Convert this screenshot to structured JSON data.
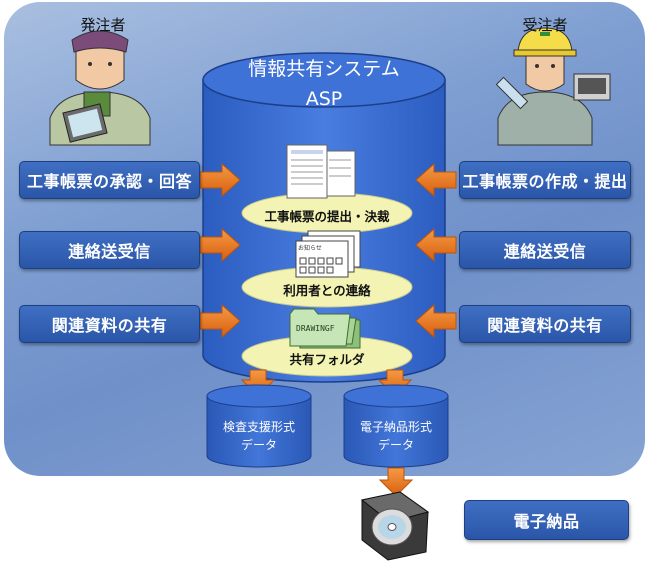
{
  "client_label": "発注者",
  "contractor_label": "受注者",
  "system": {
    "title": "情報共有システム",
    "subtitle": "ASP"
  },
  "left_actions": [
    "工事帳票の承認・回答",
    "連絡送受信",
    "関連資料の共有"
  ],
  "right_actions": [
    "工事帳票の作成・提出",
    "連絡送受信",
    "関連資料の共有"
  ],
  "features": [
    "工事帳票の提出・決裁",
    "利用者との連絡",
    "共有フォルダ"
  ],
  "notice_caption": "お知らせ",
  "drawing_caption": "DRAWINGF",
  "inspection_db": {
    "line1": "検査支援形式",
    "line2": "データ"
  },
  "delivery_db": {
    "line1": "電子納品形式",
    "line2": "データ"
  },
  "delivery_box": "電子納品",
  "colors": {
    "panel": "#7f9fd2",
    "cylinder": "#3b6fd1",
    "box": "#2f5fb4",
    "arrow": "#e8711b",
    "ellipse": "#f3f3b3"
  }
}
